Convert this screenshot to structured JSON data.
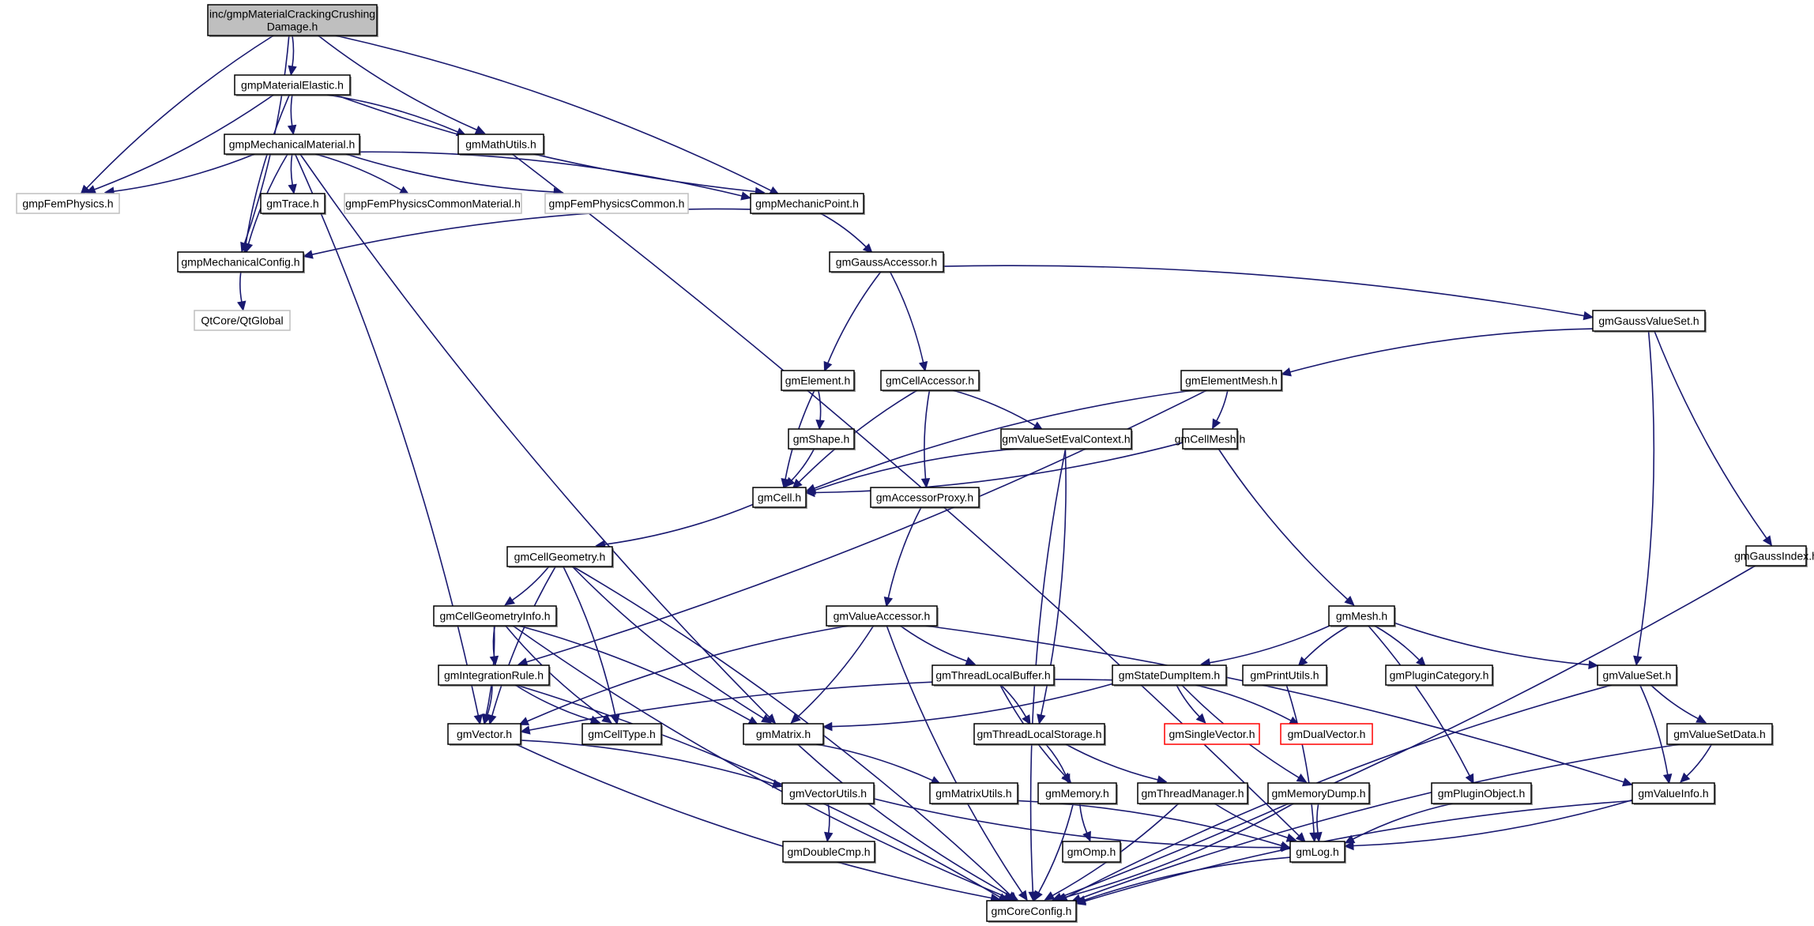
{
  "diagram": {
    "type": "include-dependency-graph",
    "colors": {
      "edge": "#191970",
      "node_border": "#000000",
      "external_border": "#bfbfbf",
      "missing_border": "#ff0000",
      "root_fill": "#bfbfbf"
    },
    "nodes": [
      {
        "id": "root",
        "label_lines": [
          "inc/gmpMaterialCrackingCrushing",
          "Damage.h"
        ],
        "kind": "root"
      },
      {
        "id": "gmpMaterialElastic",
        "label_lines": [
          "gmpMaterialElastic.h"
        ],
        "kind": "normal"
      },
      {
        "id": "gmpMechanicalMaterial",
        "label_lines": [
          "gmpMechanicalMaterial.h"
        ],
        "kind": "normal"
      },
      {
        "id": "gmMathUtils",
        "label_lines": [
          "gmMathUtils.h"
        ],
        "kind": "normal"
      },
      {
        "id": "gmpFemPhysics",
        "label_lines": [
          "gmpFemPhysics.h"
        ],
        "kind": "external"
      },
      {
        "id": "gmTrace",
        "label_lines": [
          "gmTrace.h"
        ],
        "kind": "normal"
      },
      {
        "id": "gmpFemPhysicsCommonMaterial",
        "label_lines": [
          "gmpFemPhysicsCommonMaterial.h"
        ],
        "kind": "external"
      },
      {
        "id": "gmpFemPhysicsCommon",
        "label_lines": [
          "gmpFemPhysicsCommon.h"
        ],
        "kind": "external"
      },
      {
        "id": "gmpMechanicPoint",
        "label_lines": [
          "gmpMechanicPoint.h"
        ],
        "kind": "normal"
      },
      {
        "id": "gmpMechanicalConfig",
        "label_lines": [
          "gmpMechanicalConfig.h"
        ],
        "kind": "normal"
      },
      {
        "id": "QtGlobal",
        "label_lines": [
          "QtCore/QtGlobal"
        ],
        "kind": "external"
      },
      {
        "id": "gmGaussAccessor",
        "label_lines": [
          "gmGaussAccessor.h"
        ],
        "kind": "normal"
      },
      {
        "id": "gmGaussValueSet",
        "label_lines": [
          "gmGaussValueSet.h"
        ],
        "kind": "normal"
      },
      {
        "id": "gmElement",
        "label_lines": [
          "gmElement.h"
        ],
        "kind": "normal"
      },
      {
        "id": "gmCellAccessor",
        "label_lines": [
          "gmCellAccessor.h"
        ],
        "kind": "normal"
      },
      {
        "id": "gmElementMesh",
        "label_lines": [
          "gmElementMesh.h"
        ],
        "kind": "normal"
      },
      {
        "id": "gmShape",
        "label_lines": [
          "gmShape.h"
        ],
        "kind": "normal"
      },
      {
        "id": "gmValueSetEvalContext",
        "label_lines": [
          "gmValueSetEvalContext.h"
        ],
        "kind": "normal"
      },
      {
        "id": "gmCellMesh",
        "label_lines": [
          "gmCellMesh.h"
        ],
        "kind": "normal"
      },
      {
        "id": "gmCell",
        "label_lines": [
          "gmCell.h"
        ],
        "kind": "normal"
      },
      {
        "id": "gmAccessorProxy",
        "label_lines": [
          "gmAccessorProxy.h"
        ],
        "kind": "normal"
      },
      {
        "id": "gmCellGeometry",
        "label_lines": [
          "gmCellGeometry.h"
        ],
        "kind": "normal"
      },
      {
        "id": "gmGaussIndex",
        "label_lines": [
          "gmGaussIndex.h"
        ],
        "kind": "normal"
      },
      {
        "id": "gmCellGeometryInfo",
        "label_lines": [
          "gmCellGeometryInfo.h"
        ],
        "kind": "normal"
      },
      {
        "id": "gmValueAccessor",
        "label_lines": [
          "gmValueAccessor.h"
        ],
        "kind": "normal"
      },
      {
        "id": "gmMesh",
        "label_lines": [
          "gmMesh.h"
        ],
        "kind": "normal"
      },
      {
        "id": "gmIntegrationRule",
        "label_lines": [
          "gmIntegrationRule.h"
        ],
        "kind": "normal"
      },
      {
        "id": "gmThreadLocalBuffer",
        "label_lines": [
          "gmThreadLocalBuffer.h"
        ],
        "kind": "normal"
      },
      {
        "id": "gmStateDumpItem",
        "label_lines": [
          "gmStateDumpItem.h"
        ],
        "kind": "normal"
      },
      {
        "id": "gmPrintUtils",
        "label_lines": [
          "gmPrintUtils.h"
        ],
        "kind": "normal"
      },
      {
        "id": "gmPluginCategory",
        "label_lines": [
          "gmPluginCategory.h"
        ],
        "kind": "normal"
      },
      {
        "id": "gmValueSet",
        "label_lines": [
          "gmValueSet.h"
        ],
        "kind": "normal"
      },
      {
        "id": "gmVector",
        "label_lines": [
          "gmVector.h"
        ],
        "kind": "normal"
      },
      {
        "id": "gmCellType",
        "label_lines": [
          "gmCellType.h"
        ],
        "kind": "normal"
      },
      {
        "id": "gmMatrix",
        "label_lines": [
          "gmMatrix.h"
        ],
        "kind": "normal"
      },
      {
        "id": "gmThreadLocalStorage",
        "label_lines": [
          "gmThreadLocalStorage.h"
        ],
        "kind": "normal"
      },
      {
        "id": "gmSingleVector",
        "label_lines": [
          "gmSingleVector.h"
        ],
        "kind": "missing"
      },
      {
        "id": "gmDualVector",
        "label_lines": [
          "gmDualVector.h"
        ],
        "kind": "missing"
      },
      {
        "id": "gmValueSetData",
        "label_lines": [
          "gmValueSetData.h"
        ],
        "kind": "normal"
      },
      {
        "id": "gmVectorUtils",
        "label_lines": [
          "gmVectorUtils.h"
        ],
        "kind": "normal"
      },
      {
        "id": "gmMatrixUtils",
        "label_lines": [
          "gmMatrixUtils.h"
        ],
        "kind": "normal"
      },
      {
        "id": "gmMemory",
        "label_lines": [
          "gmMemory.h"
        ],
        "kind": "normal"
      },
      {
        "id": "gmThreadManager",
        "label_lines": [
          "gmThreadManager.h"
        ],
        "kind": "normal"
      },
      {
        "id": "gmMemoryDump",
        "label_lines": [
          "gmMemoryDump.h"
        ],
        "kind": "normal"
      },
      {
        "id": "gmPluginObject",
        "label_lines": [
          "gmPluginObject.h"
        ],
        "kind": "normal"
      },
      {
        "id": "gmValueInfo",
        "label_lines": [
          "gmValueInfo.h"
        ],
        "kind": "normal"
      },
      {
        "id": "gmDoubleCmp",
        "label_lines": [
          "gmDoubleCmp.h"
        ],
        "kind": "normal"
      },
      {
        "id": "gmOmp",
        "label_lines": [
          "gmOmp.h"
        ],
        "kind": "normal"
      },
      {
        "id": "gmLog",
        "label_lines": [
          "gmLog.h"
        ],
        "kind": "normal"
      },
      {
        "id": "gmCoreConfig",
        "label_lines": [
          "gmCoreConfig.h"
        ],
        "kind": "normal"
      }
    ],
    "edges": [
      [
        "root",
        "gmpMaterialElastic"
      ],
      [
        "root",
        "gmpFemPhysics"
      ],
      [
        "root",
        "gmpMechanicalConfig"
      ],
      [
        "root",
        "gmMathUtils"
      ],
      [
        "root",
        "gmpMechanicPoint"
      ],
      [
        "gmpMaterialElastic",
        "gmpMechanicalMaterial"
      ],
      [
        "gmpMaterialElastic",
        "gmpFemPhysics"
      ],
      [
        "gmpMaterialElastic",
        "gmpMechanicalConfig"
      ],
      [
        "gmpMaterialElastic",
        "gmMathUtils"
      ],
      [
        "gmpMaterialElastic",
        "gmpMechanicPoint"
      ],
      [
        "gmpMechanicalMaterial",
        "gmpFemPhysics"
      ],
      [
        "gmpMechanicalMaterial",
        "gmTrace"
      ],
      [
        "gmpMechanicalMaterial",
        "gmpFemPhysicsCommonMaterial"
      ],
      [
        "gmpMechanicalMaterial",
        "gmpFemPhysicsCommon"
      ],
      [
        "gmpMechanicalMaterial",
        "gmpMechanicPoint"
      ],
      [
        "gmpMechanicalMaterial",
        "gmpMechanicalConfig"
      ],
      [
        "gmpMechanicalMaterial",
        "gmVector"
      ],
      [
        "gmpMechanicalMaterial",
        "gmMatrix"
      ],
      [
        "gmMathUtils",
        "gmLog"
      ],
      [
        "gmpMechanicPoint",
        "gmpMechanicalConfig"
      ],
      [
        "gmpMechanicPoint",
        "gmGaussAccessor"
      ],
      [
        "gmpMechanicalConfig",
        "QtGlobal"
      ],
      [
        "gmGaussAccessor",
        "gmGaussValueSet"
      ],
      [
        "gmGaussAccessor",
        "gmElement"
      ],
      [
        "gmGaussAccessor",
        "gmCellAccessor"
      ],
      [
        "gmGaussValueSet",
        "gmElementMesh"
      ],
      [
        "gmGaussValueSet",
        "gmValueSet"
      ],
      [
        "gmGaussValueSet",
        "gmGaussIndex"
      ],
      [
        "gmElement",
        "gmShape"
      ],
      [
        "gmElement",
        "gmCell"
      ],
      [
        "gmShape",
        "gmCell"
      ],
      [
        "gmCellAccessor",
        "gmCell"
      ],
      [
        "gmCellAccessor",
        "gmValueSetEvalContext"
      ],
      [
        "gmCellAccessor",
        "gmAccessorProxy"
      ],
      [
        "gmElementMesh",
        "gmCellMesh"
      ],
      [
        "gmElementMesh",
        "gmCell"
      ],
      [
        "gmElementMesh",
        "gmIntegrationRule"
      ],
      [
        "gmValueSetEvalContext",
        "gmCell"
      ],
      [
        "gmValueSetEvalContext",
        "gmThreadLocalStorage"
      ],
      [
        "gmValueSetEvalContext",
        "gmCoreConfig"
      ],
      [
        "gmCellMesh",
        "gmCell"
      ],
      [
        "gmCellMesh",
        "gmMesh"
      ],
      [
        "gmCell",
        "gmCellGeometry"
      ],
      [
        "gmAccessorProxy",
        "gmValueAccessor"
      ],
      [
        "gmCellGeometry",
        "gmCellGeometryInfo"
      ],
      [
        "gmCellGeometry",
        "gmVector"
      ],
      [
        "gmCellGeometry",
        "gmCellType"
      ],
      [
        "gmCellGeometry",
        "gmMatrix"
      ],
      [
        "gmCellGeometry",
        "gmCoreConfig"
      ],
      [
        "gmCellGeometryInfo",
        "gmIntegrationRule"
      ],
      [
        "gmCellGeometryInfo",
        "gmVector"
      ],
      [
        "gmCellGeometryInfo",
        "gmCellType"
      ],
      [
        "gmCellGeometryInfo",
        "gmMatrix"
      ],
      [
        "gmCellGeometryInfo",
        "gmCoreConfig"
      ],
      [
        "gmIntegrationRule",
        "gmVector"
      ],
      [
        "gmIntegrationRule",
        "gmCellType"
      ],
      [
        "gmIntegrationRule",
        "gmCoreConfig"
      ],
      [
        "gmValueAccessor",
        "gmVector"
      ],
      [
        "gmValueAccessor",
        "gmMatrix"
      ],
      [
        "gmValueAccessor",
        "gmThreadLocalBuffer"
      ],
      [
        "gmValueAccessor",
        "gmValueInfo"
      ],
      [
        "gmValueAccessor",
        "gmCoreConfig"
      ],
      [
        "gmThreadLocalBuffer",
        "gmThreadLocalStorage"
      ],
      [
        "gmThreadLocalBuffer",
        "gmMemory"
      ],
      [
        "gmMesh",
        "gmStateDumpItem"
      ],
      [
        "gmMesh",
        "gmPrintUtils"
      ],
      [
        "gmMesh",
        "gmPluginCategory"
      ],
      [
        "gmMesh",
        "gmValueSet"
      ],
      [
        "gmMesh",
        "gmPluginObject"
      ],
      [
        "gmStateDumpItem",
        "gmVector"
      ],
      [
        "gmStateDumpItem",
        "gmMatrix"
      ],
      [
        "gmStateDumpItem",
        "gmSingleVector"
      ],
      [
        "gmStateDumpItem",
        "gmDualVector"
      ],
      [
        "gmStateDumpItem",
        "gmMemoryDump"
      ],
      [
        "gmPrintUtils",
        "gmLog"
      ],
      [
        "gmValueSet",
        "gmValueSetData"
      ],
      [
        "gmValueSet",
        "gmValueInfo"
      ],
      [
        "gmValueSet",
        "gmCoreConfig"
      ],
      [
        "gmValueSetData",
        "gmValueInfo"
      ],
      [
        "gmValueSetData",
        "gmCoreConfig"
      ],
      [
        "gmVector",
        "gmVectorUtils"
      ],
      [
        "gmVector",
        "gmCoreConfig"
      ],
      [
        "gmMatrix",
        "gmMatrixUtils"
      ],
      [
        "gmMatrix",
        "gmCoreConfig"
      ],
      [
        "gmThreadLocalStorage",
        "gmMemory"
      ],
      [
        "gmThreadLocalStorage",
        "gmThreadManager"
      ],
      [
        "gmVectorUtils",
        "gmDoubleCmp"
      ],
      [
        "gmVectorUtils",
        "gmLog"
      ],
      [
        "gmMatrixUtils",
        "gmLog"
      ],
      [
        "gmMemory",
        "gmOmp"
      ],
      [
        "gmMemory",
        "gmCoreConfig"
      ],
      [
        "gmThreadManager",
        "gmLog"
      ],
      [
        "gmThreadManager",
        "gmCoreConfig"
      ],
      [
        "gmMemoryDump",
        "gmLog"
      ],
      [
        "gmMemoryDump",
        "gmCoreConfig"
      ],
      [
        "gmPluginObject",
        "gmLog"
      ],
      [
        "gmValueInfo",
        "gmLog"
      ],
      [
        "gmValueInfo",
        "gmCoreConfig"
      ],
      [
        "gmGaussIndex",
        "gmCoreConfig"
      ],
      [
        "gmLog",
        "gmCoreConfig"
      ]
    ]
  }
}
